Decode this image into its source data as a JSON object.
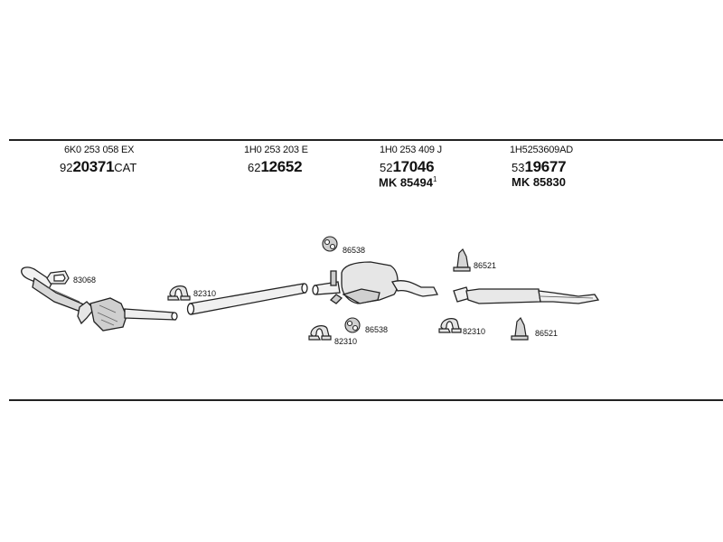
{
  "columns": [
    {
      "oe": "6K0 253 058 EX",
      "code_prefix": "92",
      "code_main": "20371",
      "code_suffix": "CAT",
      "mk": "",
      "mk_sup": ""
    },
    {
      "oe": "1H0 253 203 E",
      "code_prefix": "62",
      "code_main": "12652",
      "code_suffix": "",
      "mk": "",
      "mk_sup": ""
    },
    {
      "oe": "1H0 253 409 J",
      "code_prefix": "52",
      "code_main": "17046",
      "code_suffix": "",
      "mk": "MK  85494",
      "mk_sup": "1"
    },
    {
      "oe": "1H5253609AD",
      "code_prefix": "53",
      "code_main": "19677",
      "code_suffix": "",
      "mk": "MK  85830",
      "mk_sup": ""
    }
  ],
  "part_labels": {
    "gasket": "83068",
    "clamp_front": "82310",
    "rubber_top": "86538",
    "rubber_mid": "86538",
    "clamp_mid": "82310",
    "clamp_rear": "82310",
    "hanger_top": "86521",
    "hanger_bottom": "86521"
  }
}
